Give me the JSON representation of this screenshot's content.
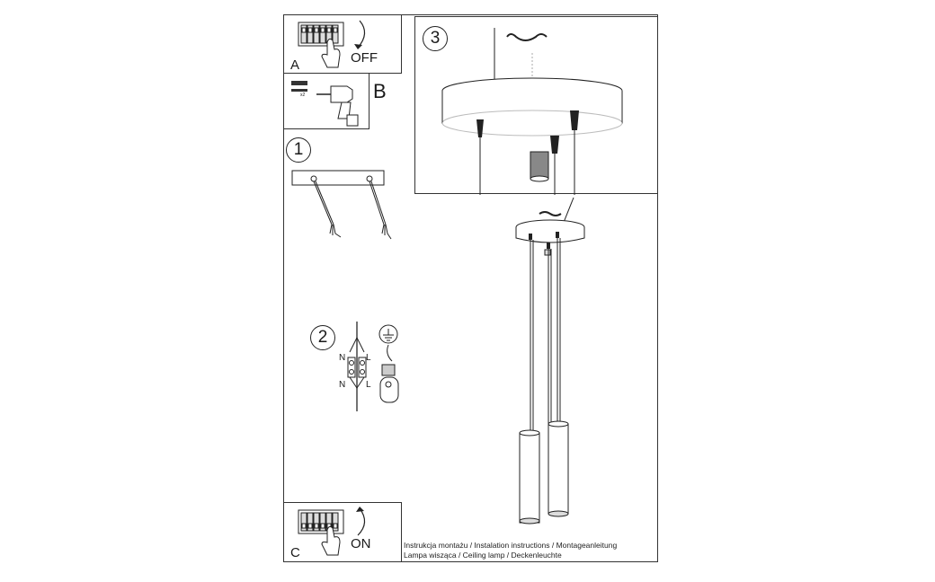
{
  "steps": {
    "a_label": "A",
    "a_text": "OFF",
    "b_label": "B",
    "c_label": "C",
    "c_text": "ON",
    "step1": "1",
    "step2": "2",
    "step3": "3"
  },
  "wiring": {
    "n_top": "N",
    "l_top": "L",
    "n_bottom": "N",
    "l_bottom": "L",
    "drill_count": "x2"
  },
  "footer": {
    "line1": "Instrukcja montażu / Instalation instructions / Montageanleitung",
    "line2": "Lampa wisząca / Ceiling lamp / Deckenleuchte"
  }
}
